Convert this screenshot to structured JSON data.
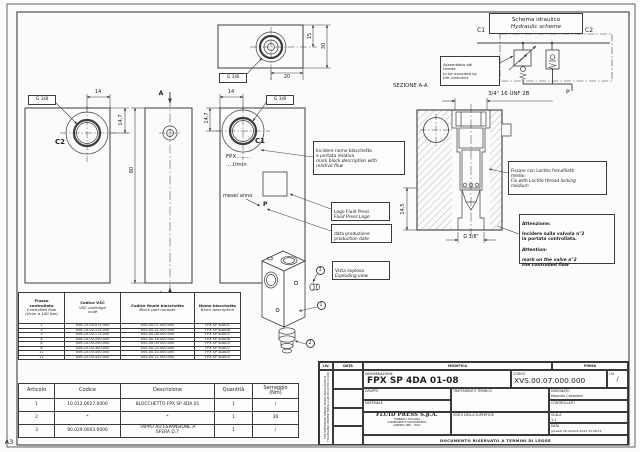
{
  "sheet": {
    "format": "A3"
  },
  "views": {
    "top": {
      "d15": "15",
      "d30": "30",
      "d20": "20",
      "port": "G 3/8"
    },
    "c2": {
      "label": "C2",
      "port": "G 3/8",
      "d14": "14",
      "d147": "14,7"
    },
    "side": {
      "d80": "80",
      "section_letter": "A"
    },
    "c1": {
      "label": "C1",
      "port": "G 3/8",
      "d14": "14",
      "d147": "14,7",
      "fpx": "FPX........",
      "lmin": "....l/min",
      "mese": "mese/ anno",
      "p": "P"
    }
  },
  "scheme": {
    "title_it": "Schema idraulico",
    "title_en": "Hydraulic scheme",
    "c1": "C1",
    "c2": "C2",
    "p": "P"
  },
  "section": {
    "label": "SEZIONE A-A",
    "thread": "3/4\" 16 UNF 2B",
    "d145": "14,5",
    "port": "G 3/8\""
  },
  "notes": {
    "mark_block": {
      "it": "Incidere nome blocchetto\ne portata relativa",
      "en": "mark block description with\nrelative flow"
    },
    "assembled": {
      "it": "Assemblata dal\ncliente",
      "en": "to be mounted by\nthe customer"
    },
    "logo": {
      "it": "Logo Fluid Press",
      "en": "Fluid Press Logo"
    },
    "prod_date": {
      "it": "data produzione",
      "en": "production date"
    },
    "exploded": {
      "it": "Vista esplosa",
      "en": "Exploding view"
    },
    "loctite": {
      "it": "Fissare con Loctite frenafiletti\nmedio",
      "en": "Fix with Loctite thread locking\nmedium"
    },
    "attention": {
      "it_title": "Attenzione:",
      "it": "Incidere sulla valvola n°2\nla portata controllata.",
      "en_title": "Attention:",
      "en": "mark on the valve n°2\nthe controlled flow"
    }
  },
  "balloons": [
    "1",
    "2",
    "3"
  ],
  "flow_table": {
    "headers": [
      {
        "it": "Flusso\ncontrollato",
        "en": "Controlled flow\n(l/min a 100 bar)"
      },
      {
        "it": "Codice VSC",
        "en": "VSC cartridge\ncode"
      },
      {
        "it": "Codice finale blocchetto",
        "en": "Block part number"
      },
      {
        "it": "Nome blocchetto",
        "en": "Block description"
      }
    ],
    "rows": [
      [
        "1",
        "XVK.10.00.075.000",
        "XVS.00.07.000.000",
        "FPX SP 4DA01"
      ],
      [
        "2",
        "XVK.10.00.125.000",
        "XVS.00.21.000.000",
        "FPX SP 4DA08"
      ],
      [
        "3",
        "XVK.10.00.175.000",
        "XVS.00.08.000.000",
        "FPX SP 4DA02"
      ],
      [
        "4",
        "XVK.10.00.200.000",
        "XVS.00.16.000.000",
        "FPX SP 4DA06"
      ],
      [
        "6",
        "XVK.10.00.250.000",
        "XVS.00.09.000.000",
        "FPX SP 4DA03"
      ],
      [
        "8",
        "XVK.10.00.300.000",
        "XVS.00.20.000.000",
        "FPX SP 4DA07"
      ],
      [
        "11",
        "XVK.10.00.400.000",
        "XVS.00.10.000.000",
        "FPX SP 4DA04"
      ],
      [
        "12",
        "XVK.10.00.425.000",
        "XVS.00.11.000.000",
        "FPX SP 4DA05"
      ]
    ]
  },
  "parts_table": {
    "headers": [
      "Articolo",
      "Codice",
      "Descrizione",
      "Quantità",
      "Serraggio\n(Nm)"
    ],
    "rows": [
      [
        "1",
        "10.012.0027.0000",
        "BLOCCHETTO FPX SP 4DA 01",
        "1",
        "/"
      ],
      [
        "2",
        "*",
        "*",
        "1",
        "30"
      ],
      [
        "3",
        "90.029.0003.0000",
        "TAPPO AD ESPANSIONE A\nSFERA D.7",
        "1",
        "/"
      ]
    ]
  },
  "title_block": {
    "rev": {
      "liv": "LIV.",
      "data": "DATA",
      "modifica": "MODIFICA",
      "firma": "FIRMA"
    },
    "denominazione_label": "DENOMINAZIONE",
    "denominazione": "FPX SP 4DA 01-08",
    "codice_label": "CODICE",
    "codice": "XVS.00.07.000.000",
    "liv_label": "LIV.",
    "liv_value": "/",
    "gruppo_label": "GRUPPO",
    "materiale_label": "MATERIALE",
    "trattamento_label": "TRATTAMENTO TERMICO",
    "stato_label": "STATO DELLA SUPERFICIE",
    "disegnato_label": "DISEGNATO",
    "disegnato_value": "Maurizio Castellani",
    "controllato_label": "CONTROLLATO",
    "scala_label": "SCALA",
    "scala_value": "1:1",
    "data_label": "DATA",
    "data_value": "giovedì 29 ottobre 2014 15.48.21",
    "company_name": "FLUID PRESS S.p.A.",
    "company_line1": "FABBRICA ITALIANA",
    "company_line2": "COMPONENTI OLEODINAMICI",
    "company_line3": "ALBINEA (RE) - ITALY",
    "footer": "DOCUMENTO RISERVATO A TERMINI DI LEGGE",
    "tolerance_note": "PER DIMENSIONI LINEARI SENZA INDICAZIONI DI TOLLERANZA VEDERE TABELLA UNI EN 22768-1:1996"
  }
}
